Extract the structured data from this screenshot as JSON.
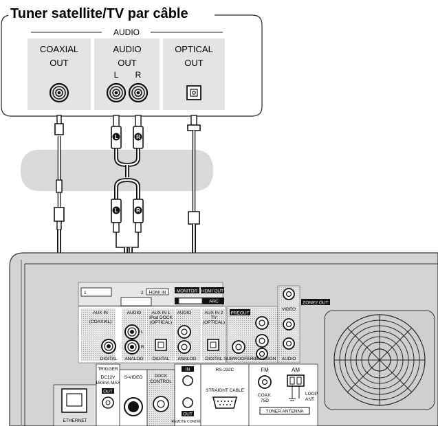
{
  "source": {
    "title": "Tuner satellite/TV par câble",
    "audio_group": "AUDIO",
    "ports": [
      {
        "line1": "COAXIAL",
        "line2": "OUT"
      },
      {
        "line1": "AUDIO",
        "line2": "OUT",
        "left": "L",
        "right": "R"
      },
      {
        "line1": "OPTICAL",
        "line2": "OUT"
      }
    ]
  },
  "plugs": {
    "left": "L",
    "right": "R"
  },
  "receiver": {
    "hdmi_in": "HDMI IN",
    "hdmi_in_1": "1",
    "hdmi_in_2": "2",
    "monitor": "MONITOR",
    "hdmi_out": "HDMI OUT",
    "arc": "ARC",
    "aux_in": "AUX IN",
    "coaxial": "(COAXIAL)",
    "audio": "AUDIO",
    "aux_in1_line1": "AUX IN 1",
    "aux_in1_line2": "iPod DOCK",
    "aux_in1_line3": "(OPTICAL)",
    "aux_in2_line1": "AUX IN 2",
    "aux_in2_line2": "TV",
    "aux_in2_line3": "(OPTICAL)",
    "preout": "PREOUT",
    "video": "VIDEO",
    "zone2_out": "ZONE2 OUT",
    "digital": "DIGITAL",
    "analog": "ANALOG",
    "digital2": "DIGITAL",
    "analog2": "ANALOG",
    "digital3": "DIGITAL",
    "subwoofer": "SUBWOOFER",
    "sb_assign": "SB/ASSIGN",
    "audio2": "AUDIO",
    "trigger": "TRIGGER",
    "trigger_spec_1": "DC12V",
    "trigger_spec_2": "150mA MAX",
    "trigger_out": "OUT",
    "s_video": "S-VIDEO",
    "dock_control_1": "DOCK",
    "dock_control_2": "CONTROL",
    "remote_in": "IN",
    "remote_out": "OUT",
    "remote_control": "REMOTE CONTROL",
    "rs232c": "RS-232C",
    "straight_cable": "STRAIGHT CABLE",
    "fm": "FM",
    "am": "AM",
    "coax_1": "COAX.",
    "coax_2": "75Ω",
    "loop_1": "LOOP",
    "loop_2": "ANT.",
    "tuner_antenna": "TUNER ANTENNA",
    "ethernet": "ETHERNET",
    "port_l": "L",
    "port_r": "R"
  }
}
